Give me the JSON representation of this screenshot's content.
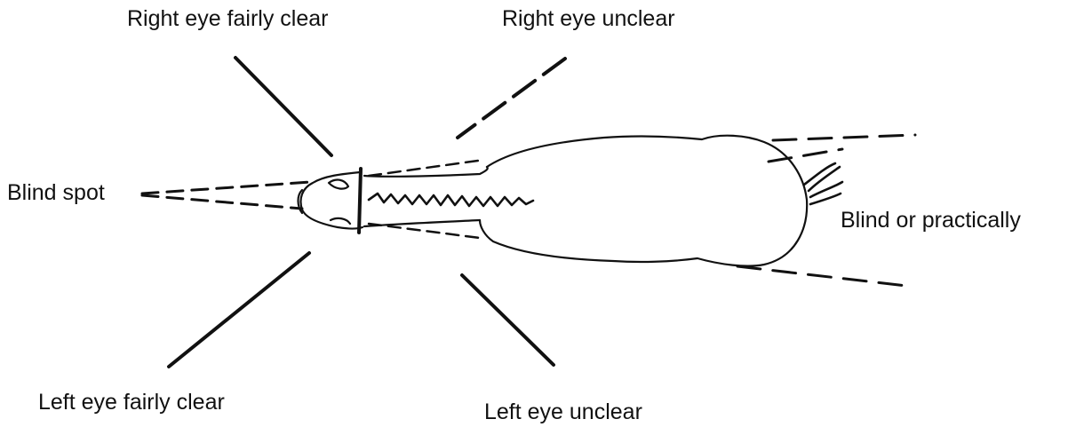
{
  "diagram": {
    "subject": "horse-top-view",
    "labels": {
      "right_eye_fairly_clear": "Right eye fairly clear",
      "right_eye_unclear": "Right eye unclear",
      "blind_spot": "Blind spot",
      "blind_or_practically": "Blind or practically",
      "left_eye_fairly_clear": "Left eye fairly clear",
      "left_eye_unclear": "Left eye unclear"
    },
    "colors": {
      "ink": "#111111",
      "background": "#ffffff"
    }
  }
}
